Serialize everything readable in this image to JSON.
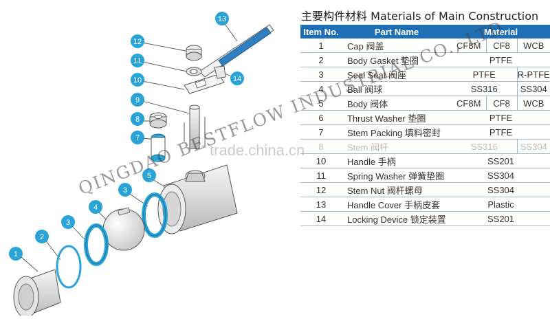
{
  "title": "主要构件材料 Materials of Main Construction",
  "headers": {
    "item": "Item No.",
    "part": "Part Name",
    "material": "Material"
  },
  "rows": [
    {
      "no": "1",
      "part": "Cap 阀盖",
      "materials": [
        "CF8M",
        "CF8",
        "WCB"
      ]
    },
    {
      "no": "2",
      "part": "Body Gasket 垫圈",
      "materials": [
        "PTFE"
      ]
    },
    {
      "no": "3",
      "part": "Seal Seat 阀座",
      "materials": [
        "PTFE",
        "R-PTFE"
      ]
    },
    {
      "no": "4",
      "part": "Ball 阀球",
      "materials": [
        "SS316",
        "SS304"
      ]
    },
    {
      "no": "5",
      "part": "Body 阀体",
      "materials": [
        "CF8M",
        "CF8",
        "WCB"
      ]
    },
    {
      "no": "6",
      "part": "Thrust Washer 垫圈",
      "materials": [
        "PTFE"
      ]
    },
    {
      "no": "7",
      "part": "Stem Packing 填料密封",
      "materials": [
        "PTFE"
      ]
    },
    {
      "no": "8",
      "part": "Stem 阀杆",
      "materials": [
        "SS316",
        "SS304"
      ]
    },
    {
      "no": "10",
      "part": "Handle 手柄",
      "materials": [
        "SS201"
      ]
    },
    {
      "no": "11",
      "part": "Spring Washer 弹簧垫圈",
      "materials": [
        "SS304"
      ]
    },
    {
      "no": "12",
      "part": "Stem Nut 阀杆螺母",
      "materials": [
        "SS304"
      ]
    },
    {
      "no": "13",
      "part": "Handle Cover 手柄皮套",
      "materials": [
        "Plastic"
      ]
    },
    {
      "no": "14",
      "part": "Locking Device 锁定装置",
      "materials": [
        "SS201"
      ]
    }
  ],
  "callouts": [
    "1",
    "2",
    "3",
    "3",
    "4",
    "5",
    "7",
    "8",
    "9",
    "10",
    "11",
    "12",
    "13",
    "14"
  ],
  "watermarks": {
    "site": "trade.china.cn",
    "company": "QINGDAO BESTFLOW INDUSTRIAL CO., LTD"
  },
  "colors": {
    "header_bg": "#1f6fb5",
    "callout": "#2aa3d6",
    "seal": "#2aa3d6",
    "handle_cover": "#2f7fc1"
  }
}
